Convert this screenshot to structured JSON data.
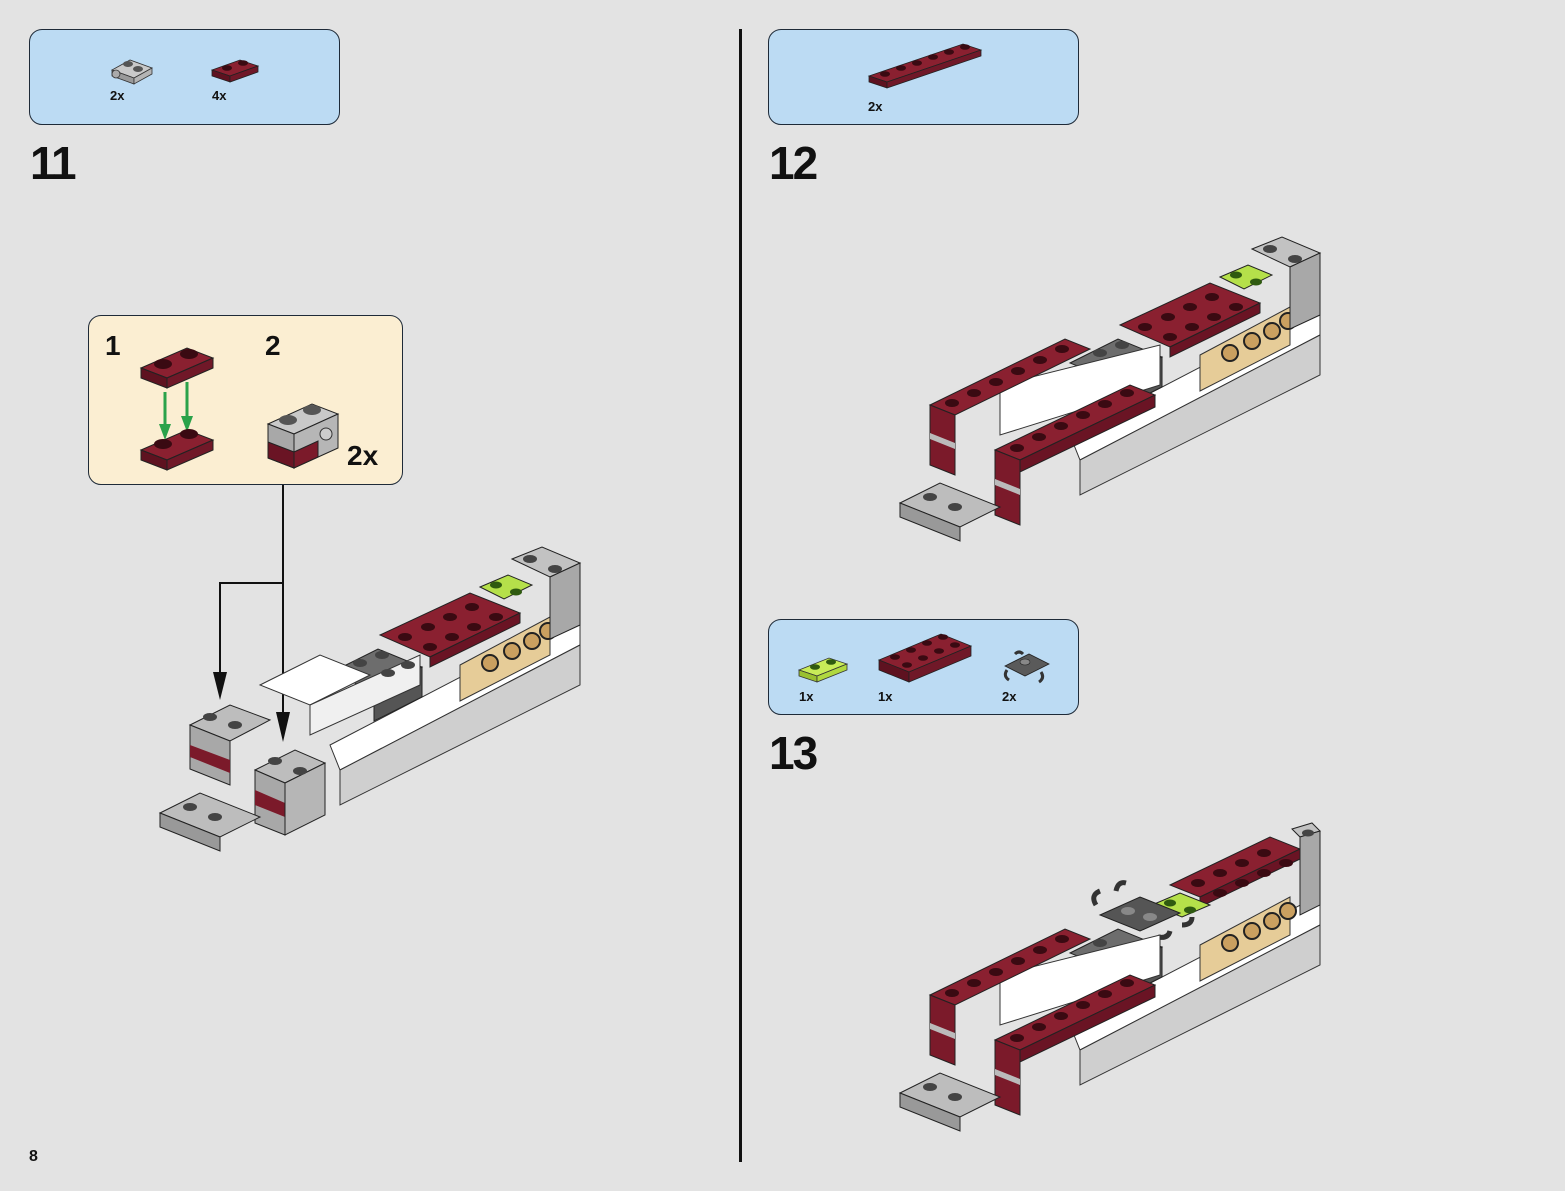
{
  "page": {
    "number": "8"
  },
  "colors": {
    "parts_box_bg": "#bcdbf3",
    "subassembly_bg": "#fbeed2",
    "page_bg": "#e3e3e3",
    "dark_red": "#7b1a2a",
    "light_gray": "#a8a8a8",
    "dark_gray": "#6d6d6d",
    "lime": "#b5e04a",
    "tan": "#e6cc98",
    "white": "#ffffff",
    "arrow_green": "#2aa24a"
  },
  "steps": [
    {
      "number": "11",
      "parts": [
        {
          "icon": "light-gray-plate-with-clip",
          "qty": "2x"
        },
        {
          "icon": "dark-red-plate-1x2",
          "qty": "4x"
        }
      ],
      "subassembly": {
        "substeps": [
          {
            "number": "1",
            "icon": "stack-two-dark-red-plates"
          },
          {
            "number": "2",
            "icon": "gray-brick-on-red-plates",
            "multiplier": "2x"
          }
        ]
      }
    },
    {
      "number": "12",
      "parts": [
        {
          "icon": "dark-red-plate-1x6",
          "qty": "2x"
        }
      ]
    },
    {
      "number": "13",
      "parts": [
        {
          "icon": "lime-plate-1x2",
          "qty": "1x"
        },
        {
          "icon": "dark-red-plate-2x4",
          "qty": "1x"
        },
        {
          "icon": "dark-gray-plate-with-clips",
          "qty": "2x"
        }
      ]
    }
  ]
}
